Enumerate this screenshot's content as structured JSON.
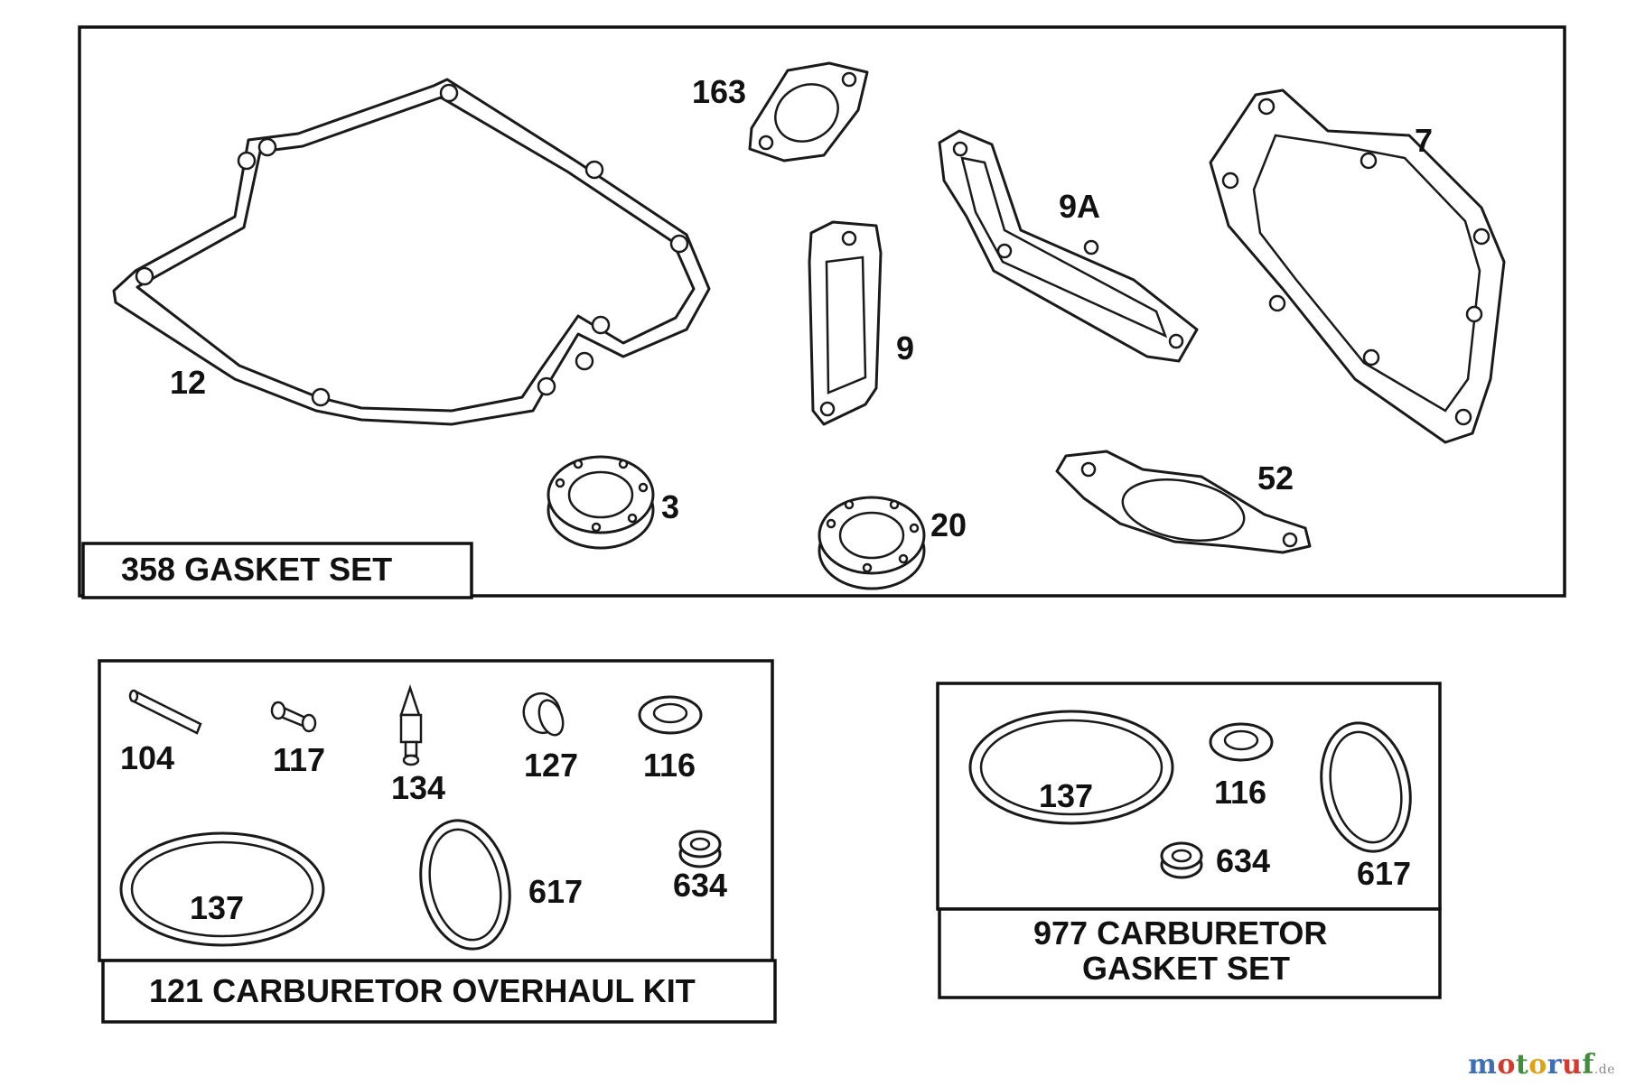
{
  "sets": [
    {
      "title": "358 GASKET SET",
      "parts": [
        "12",
        "163",
        "9",
        "9A",
        "7",
        "3",
        "20",
        "52"
      ]
    },
    {
      "title": "121 CARBURETOR OVERHAUL KIT",
      "parts": [
        "104",
        "117",
        "134",
        "127",
        "116",
        "137",
        "617",
        "634"
      ]
    },
    {
      "title_line1": "977 CARBURETOR",
      "title_line2": "GASKET SET",
      "parts": [
        "137",
        "116",
        "634",
        "617"
      ]
    }
  ],
  "watermark": {
    "letters": [
      "m",
      "o",
      "t",
      "o",
      "r",
      "u",
      "f"
    ],
    "colors": [
      "#3f6fb3",
      "#d23b2e",
      "#3f8f3a",
      "#e0a21a",
      "#3f6fb3",
      "#d23b2e",
      "#3f8f3a"
    ],
    "suffix": ".de"
  }
}
